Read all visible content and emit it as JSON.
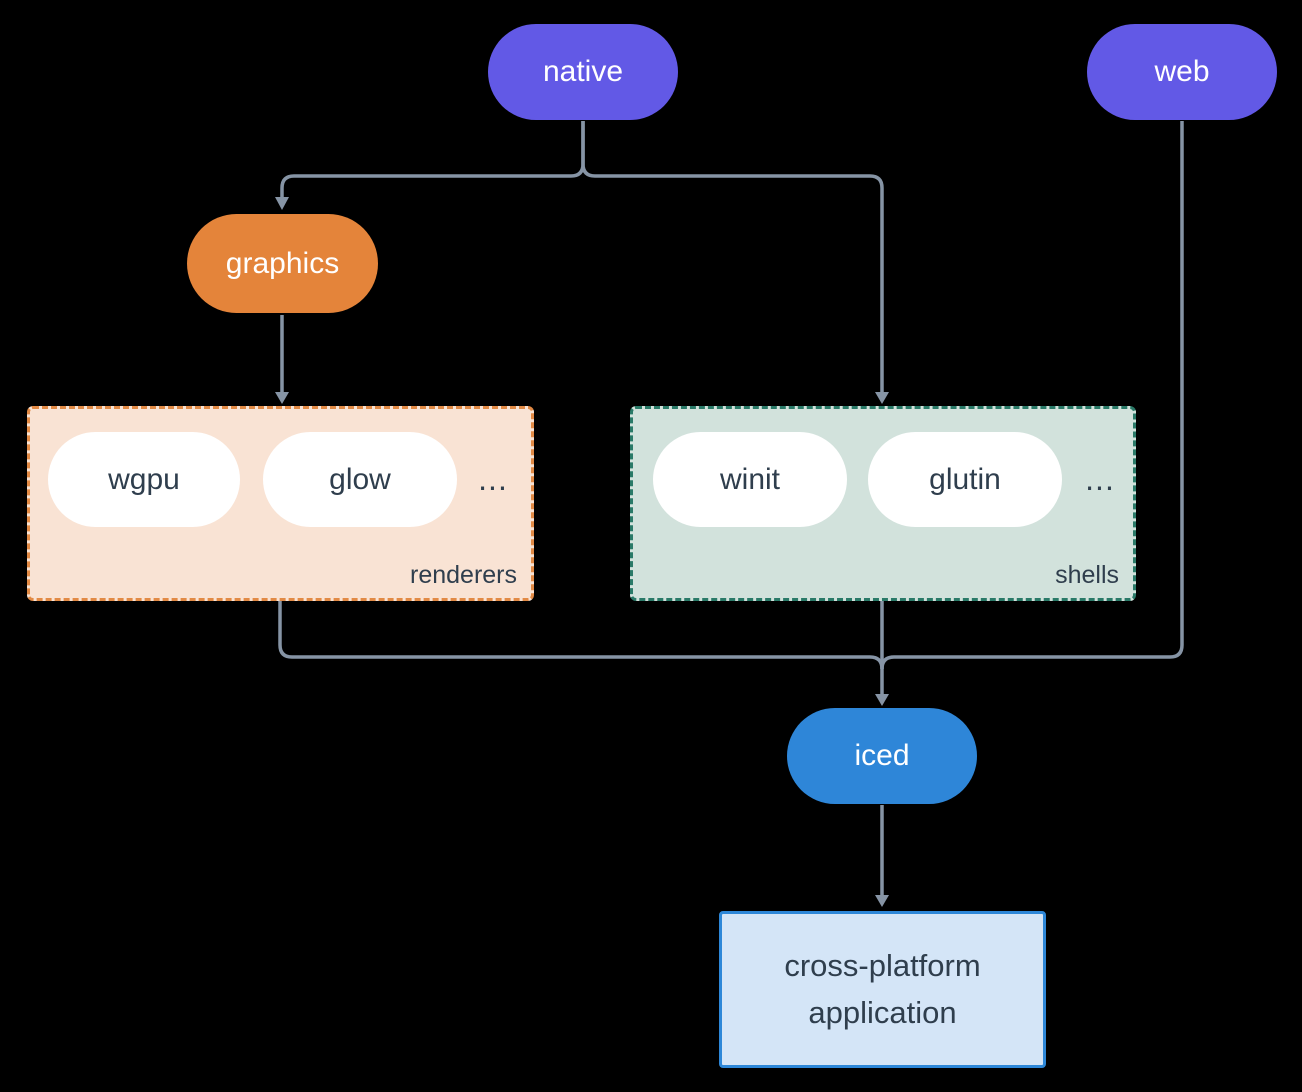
{
  "diagram": {
    "nodes": {
      "native": {
        "label": "native",
        "color": "#6259e6"
      },
      "web": {
        "label": "web",
        "color": "#6259e6"
      },
      "graphics": {
        "label": "graphics",
        "color": "#e4843a"
      },
      "iced": {
        "label": "iced",
        "color": "#2e86d8"
      },
      "application": {
        "label": "cross-platform application",
        "bg": "#d4e5f7",
        "border": "#2d87d8"
      }
    },
    "groups": {
      "renderers": {
        "label": "renderers",
        "items": [
          "wgpu",
          "glow"
        ],
        "ellipsis": "...",
        "bg": "#f9e3d4",
        "border": "#e28a45"
      },
      "shells": {
        "label": "shells",
        "items": [
          "winit",
          "glutin"
        ],
        "ellipsis": "...",
        "bg": "#d2e2dc",
        "border": "#2a7a68"
      }
    },
    "edges": [
      {
        "from": "native",
        "to": "graphics"
      },
      {
        "from": "native",
        "to": "shells"
      },
      {
        "from": "graphics",
        "to": "renderers"
      },
      {
        "from": "renderers",
        "to": "iced"
      },
      {
        "from": "shells",
        "to": "iced"
      },
      {
        "from": "web",
        "to": "iced"
      },
      {
        "from": "iced",
        "to": "application"
      }
    ],
    "colors": {
      "connector": "#8694a5",
      "text_dark": "#2f3e4d",
      "text_light": "#ffffff",
      "background": "#000000"
    }
  }
}
